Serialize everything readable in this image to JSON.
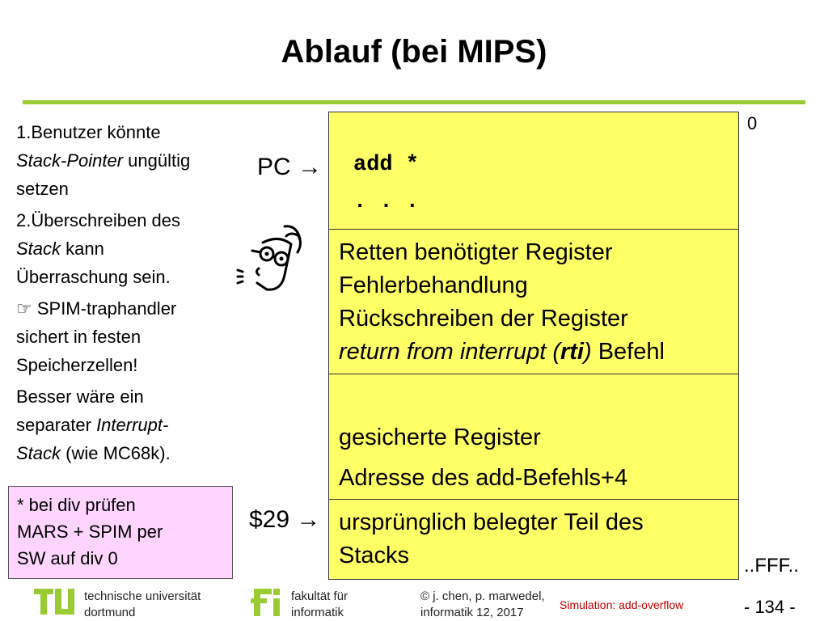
{
  "title": "Ablauf (bei MIPS)",
  "left": {
    "p1_a": "1.Benutzer könnte",
    "p1_b_italic": "Stack-Pointer",
    "p1_b_rest": " ungültig",
    "p1_c": "setzen",
    "p2_a": "2.Überschreiben des",
    "p2_b_italic": "Stack",
    "p2_b_rest": " kann",
    "p2_c": "Überraschung sein.",
    "p3_icon": "☞",
    "p3_a": " SPIM-traphandler",
    "p3_b": "sichert in festen",
    "p3_c": "Speicherzellen!",
    "p4_a": "Besser wäre ein",
    "p4_b": "separater ",
    "p4_b_italic": "Interrupt-",
    "p4_c_italic": "Stack",
    "p4_c_rest": " (wie MC68k)."
  },
  "note": {
    "l1": "* bei div prüfen",
    "l2": "MARS + SPIM per",
    "l3": "SW auf div 0"
  },
  "memory": {
    "addr_top": "0",
    "addr_bottom": "..FFF..",
    "pc_label": "PC",
    "sp_label": "$29",
    "arrow": "→",
    "code_line1": "add *",
    "code_line2": ". . .",
    "handler_l1": "Retten benötigter Register",
    "handler_l2": "Fehlerbehandlung",
    "handler_l3": "Rückschreiben der Register",
    "handler_l4_a": "return from interrupt (",
    "handler_l4_b": "rti",
    "handler_l4_c": ")",
    "handler_l4_d": " Befehl",
    "stack_l1": "gesicherte Register",
    "stack_l2": "Adresse des add-Befehls+4",
    "orig_l1": "ursprünglich belegter Teil des",
    "orig_l2": "Stacks"
  },
  "footer": {
    "uni1": "technische universität",
    "uni2": "dortmund",
    "fak1": "fakultät für",
    "fak2": "informatik",
    "copy1": "© j. chen, p. marwedel,",
    "copy2": "informatik 12,  2017",
    "sim": "Simulation: add-overflow",
    "page": "-  134 -"
  },
  "colors": {
    "accent_green": "#99cc33",
    "box_yellow": "#ffff66",
    "note_pink": "#ffd5ff"
  }
}
